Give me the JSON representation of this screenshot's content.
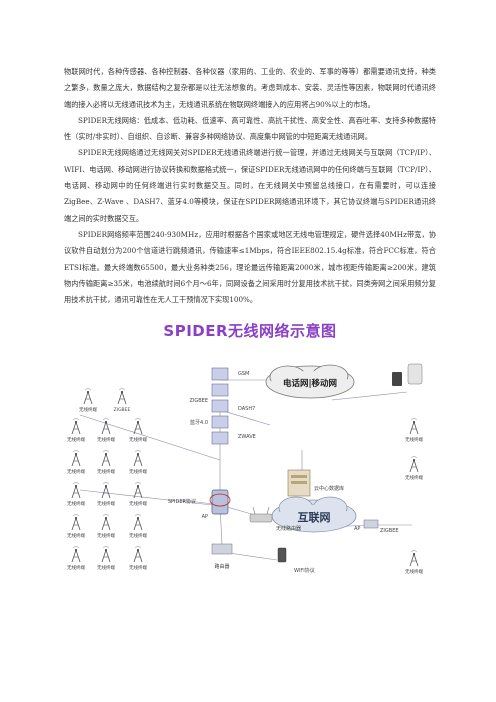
{
  "paragraphs": [
    "物联网时代，各种传感器、各种控制器、各种仪器（家用的、工业的、农业的、军事的等等）都需要通讯支持，种类之繁多，数量之庞大，数据结构之复杂都是以往无法想象的。考虑到成本、安装、灵活性等因素，物联网时代通讯终端的接入必将以无线通讯技术为主，无线通讯系统在物联网终端接入的应用将占90%以上的市场。",
    "SPIDER无线网络：低成本、低功耗、低速率、高可靠性、高抗干扰性、高安全性、高吞吐率、支持多种数据特性（实时/非实时）、自组织、自诊断、兼容多种网络协议、高度集中网管的中短距离无线通讯网。",
    "SPIDER无线网络通过无线网关对SPIDER无线通讯终端进行统一管理，并通过无线网关与互联网（TCP/IP）、WIFI、电话网、移动网进行协议转换和数据格式统一，保证SPIDER无线通讯网中的任何终端与互联网（TCP/IP）、电话网、移动网中的任何终端进行实时数据交互。同时，在无线网关中预留总线接口，在有需要时，可以连接ZigBee、Z-Wave 、DASH7、蓝牙4.0等模块，保证在SPIDER网络通讯环境下，其它协议终端与SPIDER通讯终端之间的实时数据交互。",
    "SPIDER网络频率范围240-930MHz，应用时根据各个国家或地区无线电管理规定，硬件选择40MHz带宽，协议软件自动划分为200个信道进行跳频通讯，传输速率≤1Mbps，符合IEEE802.15.4g标准，符合FCC标准，符合ETSI标准。最大终端数65500，最大业务种类256，理论最远传输距离2000米，城市视距传输距离≥200米，建筑物内传输距离≥35米，电池续航时间6个月～6年，同网设备之间采用时分复用技术抗干扰，同类旁网之间采用频分复用技术抗干扰，通讯可靠性在无人工干预情况下实现100%。"
  ],
  "diagram": {
    "title": "SPIDER无线网络示意图",
    "nodes": {
      "telecom_mobile_net": "电话网|移动网",
      "internet": "互联网",
      "gsm": "GSM",
      "zigbee_module": "ZIGBEE",
      "dash7": "DASH7",
      "zwave": "ZWAVE",
      "bluetooth": "蓝牙4.0",
      "spider_protocol": "SPIDER协议",
      "ap": "AP",
      "ap2": "AP",
      "zigbee_right": "ZIGBEE",
      "cloud_db": "云中心数据库",
      "wireless_router": "无线路由器",
      "router": "路由器",
      "wifi_protocol": "WIFI协议",
      "zigbee_left": "ZIGBEE",
      "terminal": "无线终端"
    }
  }
}
